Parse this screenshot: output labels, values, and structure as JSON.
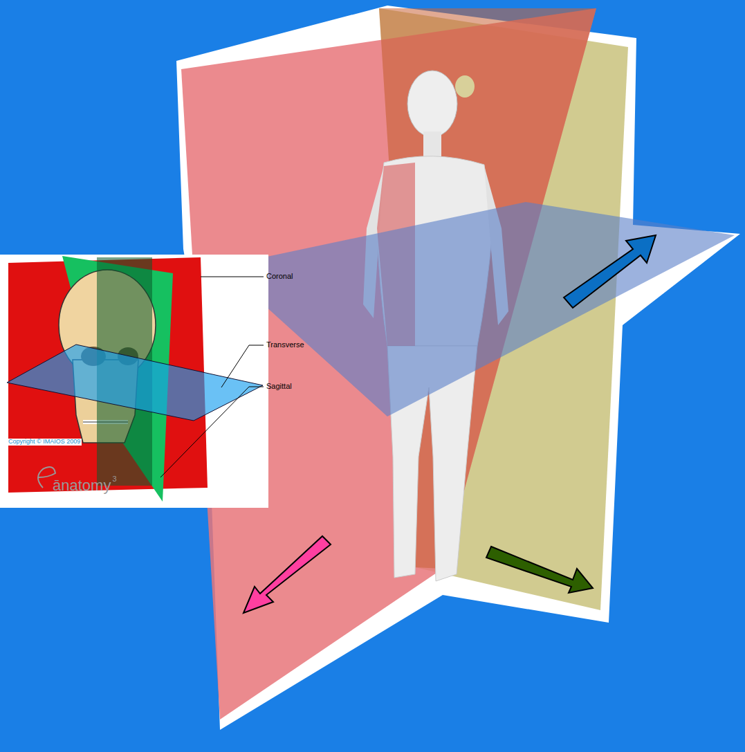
{
  "diagram": {
    "labels": [
      "Coronal",
      "Transverse",
      "Sagittal",
      "Copyright © IMAIOS 2009",
      "ānatomy",
      "3"
    ]
  }
}
